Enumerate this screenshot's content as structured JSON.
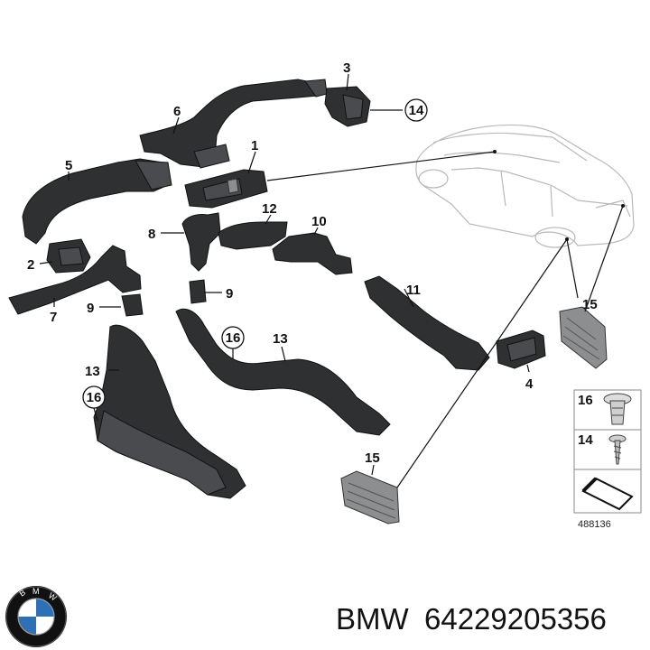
{
  "diagram": {
    "callouts": {
      "c1": "1",
      "c2": "2",
      "c3": "3",
      "c4": "4",
      "c5": "5",
      "c6": "6",
      "c7": "7",
      "c8": "8",
      "c9a": "9",
      "c9b": "9",
      "c10": "10",
      "c11": "11",
      "c12": "12",
      "c13a": "13",
      "c13b": "13",
      "c14": "14",
      "c15a": "15",
      "c15b": "15",
      "c16a": "16",
      "c16b": "16"
    },
    "legend": {
      "l16": "16",
      "l14": "14"
    },
    "drawing_number": "488136"
  },
  "footer": {
    "brand": "BMW",
    "part_number": "64229205356"
  },
  "colors": {
    "part": "#2f3032",
    "car_outline": "#b9b9b9"
  }
}
